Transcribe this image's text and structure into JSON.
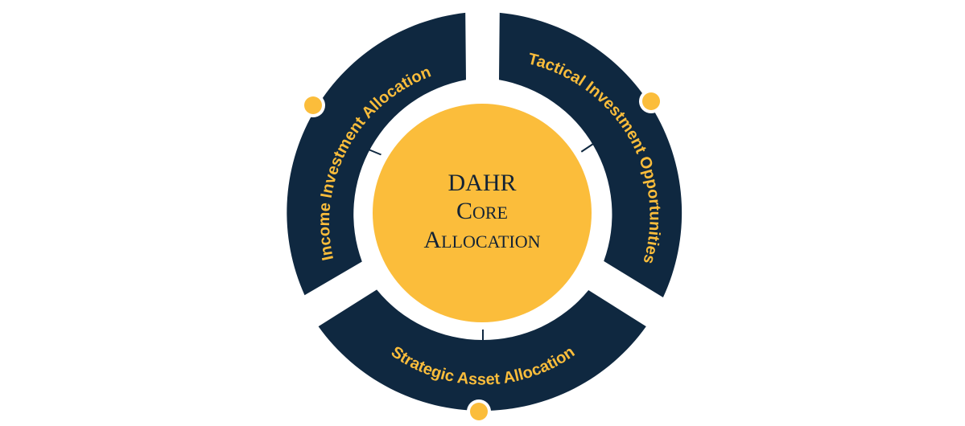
{
  "colors": {
    "ring": "#0f2840",
    "accent": "#fbbd3b",
    "label": "#fbbd3b",
    "core_text": "#132335",
    "background": "#ffffff"
  },
  "center": {
    "line1": "DAHR",
    "line2_cap": "C",
    "line2_rest": "ORE",
    "line3_cap": "A",
    "line3_rest": "LLOCATION"
  },
  "segments": [
    {
      "label": "Income Investment Allocation"
    },
    {
      "label": "Tactical Investment Opportunities"
    },
    {
      "label": "Strategic Asset Allocation"
    }
  ]
}
